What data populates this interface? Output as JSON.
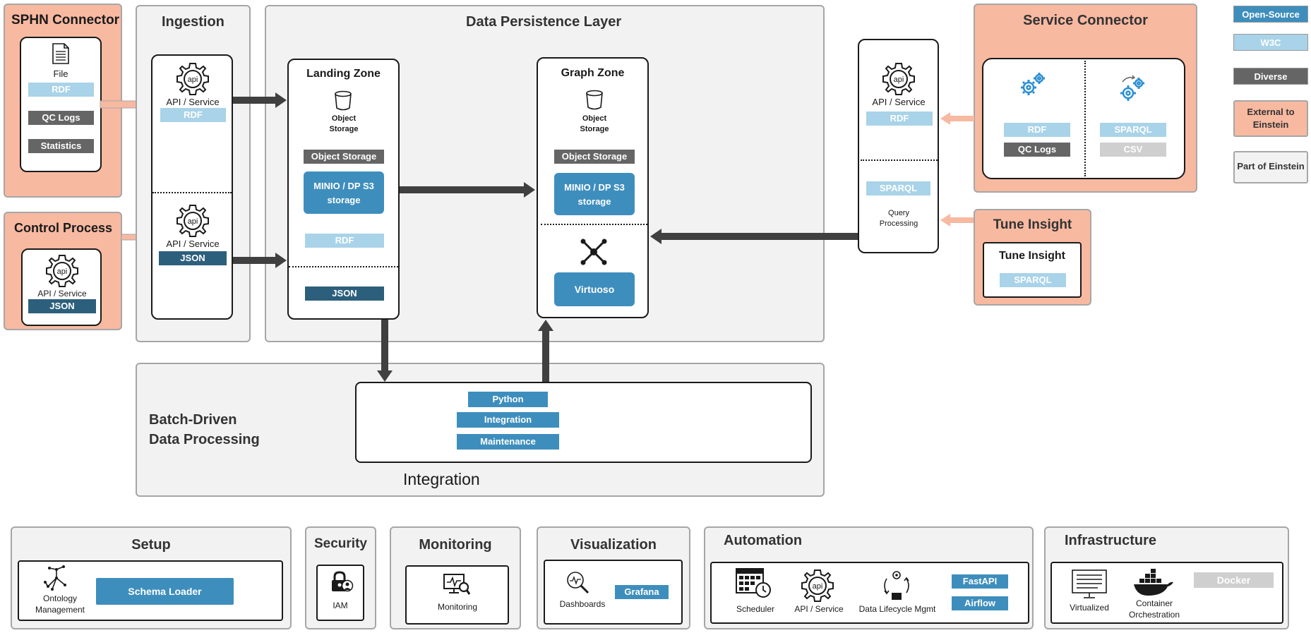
{
  "legend": [
    {
      "label": "Open-Source",
      "color": "#3e8ebd"
    },
    {
      "label": "W3C",
      "color": "#a9d3e8"
    },
    {
      "label": "Diverse",
      "color": "#666566"
    },
    {
      "label": "External to Einstein",
      "color": "#f8b9a1"
    },
    {
      "label": "Part of Einstein",
      "color": "#f2f2f2"
    }
  ],
  "sphn": {
    "title": "SPHN Connector",
    "file_label": "File",
    "tags": [
      "RDF",
      "QC Logs",
      "Statistics"
    ]
  },
  "control": {
    "title": "Control Process",
    "api_label": "API / Service",
    "tag": "JSON"
  },
  "ingestion": {
    "title": "Ingestion",
    "api_top_label": "API / Service",
    "api_top_tag": "RDF",
    "api_bottom_label": "API / Service",
    "api_bottom_tag": "JSON"
  },
  "persistence": {
    "title": "Data Persistence Layer"
  },
  "landing": {
    "title": "Landing Zone",
    "storage_label_1": "Object",
    "storage_label_2": "Storage",
    "tag_storage": "Object Storage",
    "minio_1": "MINIO / DP S3",
    "minio_2": "storage",
    "tag_rdf": "RDF",
    "tag_json": "JSON"
  },
  "graph": {
    "title": "Graph Zone",
    "storage_label_1": "Object",
    "storage_label_2": "Storage",
    "tag_storage": "Object Storage",
    "minio_1": "MINIO / DP S3",
    "minio_2": "storage",
    "virtuoso": "Virtuoso"
  },
  "query": {
    "api_label": "API / Service",
    "tag_rdf": "RDF",
    "tag_sparql": "SPARQL",
    "proc_1": "Query",
    "proc_2": "Processing"
  },
  "service": {
    "title": "Service Connector",
    "left_tags": [
      "RDF",
      "QC Logs"
    ],
    "right_tags": [
      "SPARQL",
      "CSV"
    ]
  },
  "tune": {
    "title": "Tune Insight",
    "inner_title": "Tune Insight",
    "tag": "SPARQL"
  },
  "batch": {
    "title_1": "Batch-Driven",
    "title_2": "Data Processing",
    "tags": [
      "Python",
      "Integration",
      "Maintenance"
    ],
    "footer": "Integration"
  },
  "setup": {
    "title": "Setup",
    "ontology_1": "Ontology",
    "ontology_2": "Management",
    "button": "Schema Loader"
  },
  "security": {
    "title": "Security",
    "iam": "IAM"
  },
  "monitoring": {
    "title": "Monitoring",
    "label": "Monitoring"
  },
  "visualization": {
    "title": "Visualization",
    "dashboards": "Dashboards",
    "tag": "Grafana"
  },
  "automation": {
    "title": "Automation",
    "scheduler": "Scheduler",
    "api": "API / Service",
    "lifecycle": "Data Lifecycle Mgmt",
    "tags": [
      "FastAPI",
      "Airflow"
    ]
  },
  "infrastructure": {
    "title": "Infrastructure",
    "virtualized": "Virtualized",
    "container_1": "Container",
    "container_2": "Orchestration",
    "tag": "Docker"
  }
}
